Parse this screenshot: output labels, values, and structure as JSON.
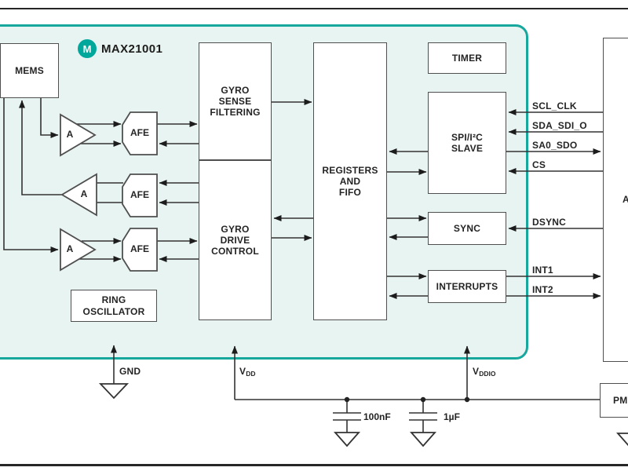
{
  "chip": {
    "part_number": "MAX21001",
    "logo_letter": "M"
  },
  "blocks": {
    "mems": "MEMS",
    "amp": "A",
    "afe": "AFE",
    "gyro_sense_filtering": {
      "line1": "GYRO",
      "line2": "SENSE",
      "line3": "FILTERING"
    },
    "gyro_drive_control": {
      "line1": "GYRO",
      "line2": "DRIVE",
      "line3": "CONTROL"
    },
    "registers_fifo": {
      "line1": "REGISTERS",
      "line2": "AND",
      "line3": "FIFO"
    },
    "timer": "TIMER",
    "spi_i2c_slave": {
      "line1": "SPI/I²C",
      "line2": "SLAVE"
    },
    "sync": "SYNC",
    "interrupts": "INTERRUPTS",
    "ring_oscillator": {
      "line1": "RING",
      "line2": "OSCILLATOR"
    }
  },
  "pins": {
    "scl": "SCL_CLK",
    "sda": "SDA_SDI_O",
    "sa0": "SA0_SDO",
    "cs": "CS",
    "dsync": "DSYNC",
    "int1": "INT1",
    "int2": "INT2"
  },
  "power": {
    "gnd": "GND",
    "vdd": {
      "prefix": "V",
      "sub": "DD"
    },
    "vddio": {
      "prefix": "V",
      "sub": "DDIO"
    }
  },
  "capacitors": {
    "c1": "100nF",
    "c2": "1µF"
  },
  "external": {
    "processor_fragment": "A",
    "pmic_fragment": "PM"
  },
  "colors": {
    "teal_border": "#17a79d",
    "logo_teal": "#00a79b",
    "chip_fill": "#e8f4f2",
    "line": "#333333",
    "box_border": "#4f4f4f"
  }
}
